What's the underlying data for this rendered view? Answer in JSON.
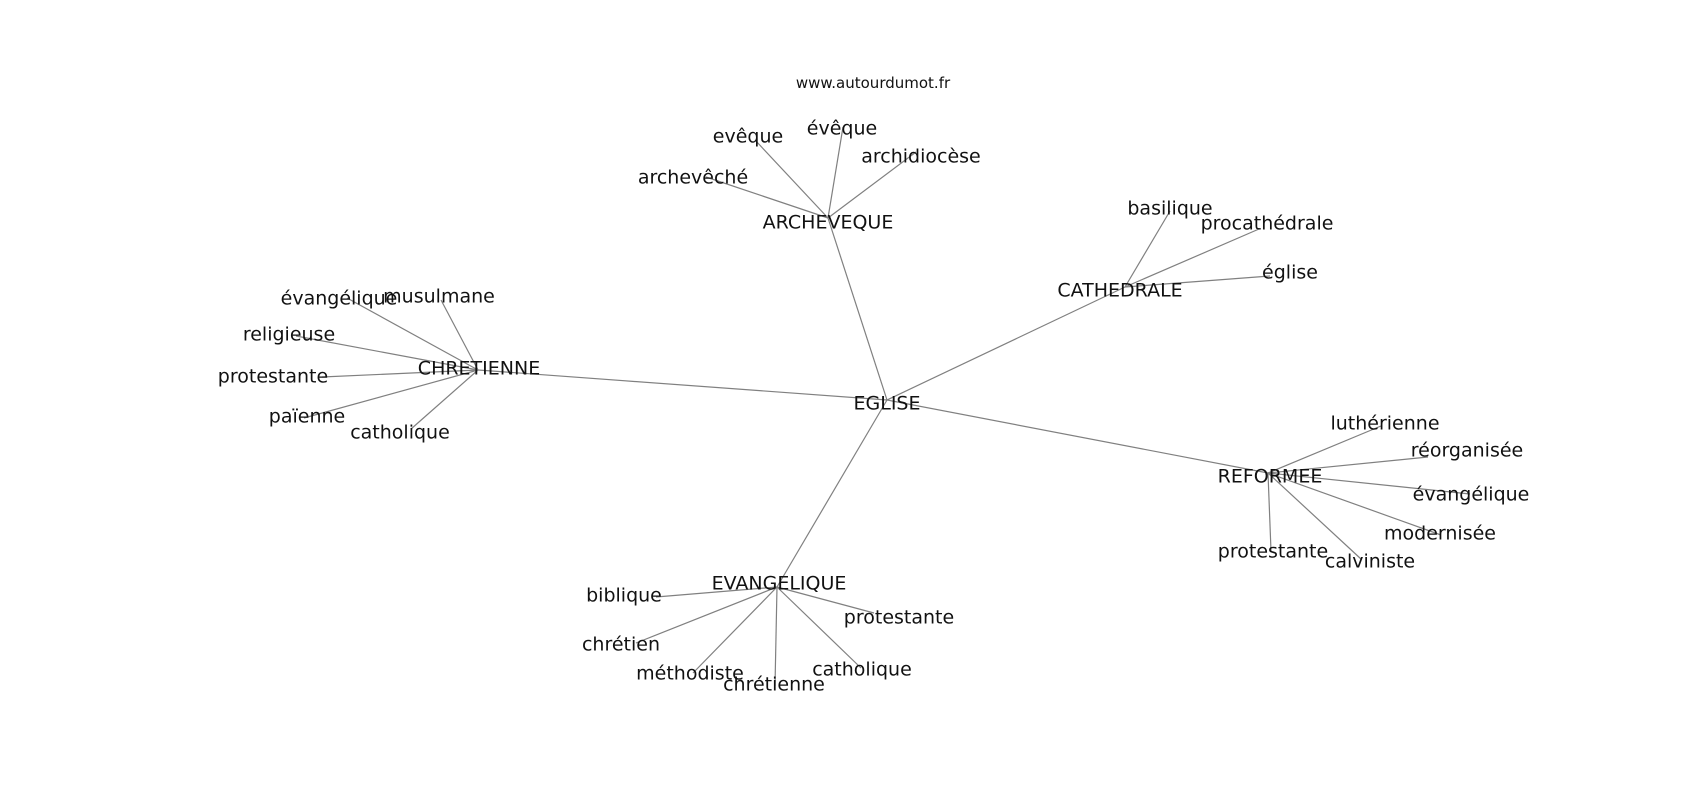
{
  "watermark": "www.autourdumot.fr",
  "root": "EGLISE",
  "groups": [
    {
      "hub": "ARCHEVEQUE",
      "words": [
        "archevêché",
        "evêque",
        "évêque",
        "archidiocèse"
      ]
    },
    {
      "hub": "CATHEDRALE",
      "words": [
        "basilique",
        "procathédrale",
        "église"
      ]
    },
    {
      "hub": "CHRETIENNE",
      "words": [
        "évangélique",
        "musulmane",
        "religieuse",
        "protestante",
        "païenne",
        "catholique"
      ]
    },
    {
      "hub": "REFORMEE",
      "words": [
        "luthérienne",
        "réorganisée",
        "évangélique",
        "modernisée",
        "calviniste",
        "protestante"
      ]
    },
    {
      "hub": "EVANGELIQUE",
      "words": [
        "biblique",
        "protestante",
        "chrétien",
        "catholique",
        "méthodiste",
        "chrétienne"
      ]
    }
  ],
  "colors": {
    "edge": "#808080",
    "text": "#111111",
    "background": "#ffffff"
  }
}
